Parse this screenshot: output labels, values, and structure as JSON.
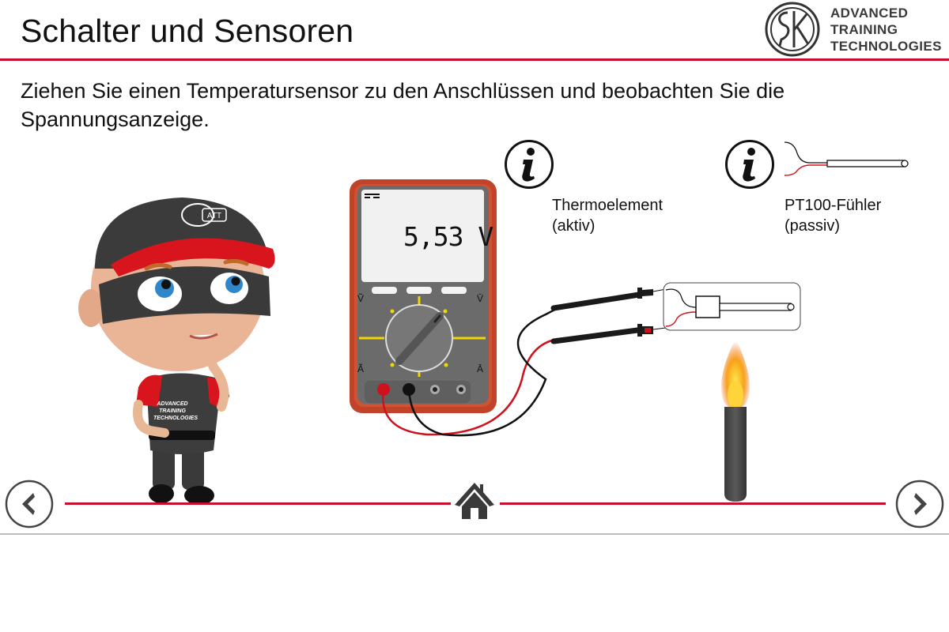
{
  "header": {
    "title": "Schalter und Sensoren",
    "logo": {
      "icon": "sk-logo-icon",
      "lines": [
        "ADVANCED",
        "TRAINING",
        "TECHNOLOGIES"
      ]
    }
  },
  "instruction": "Ziehen Sie einen Temperatursensor zu den Anschlüssen und beobachten Sie die Spannungsanzeige.",
  "multimeter": {
    "display_value": "5,53 V",
    "mode_symbol": "DC",
    "dial_labels": {
      "top_left": "Ṽ",
      "top_right": "V̄",
      "bottom_left": "Ã",
      "bottom_right": "Ā"
    }
  },
  "sensors": [
    {
      "name": "Thermoelement",
      "type_label": "(aktiv)",
      "info_icon": "info-icon"
    },
    {
      "name": "PT100-Fühler",
      "type_label": "(passiv)",
      "info_icon": "info-icon"
    }
  ],
  "mascot": {
    "cap_badge": "ATT",
    "shirt_lines": [
      "ADVANCED",
      "TRAINING",
      "TECHNOLOGIES"
    ]
  },
  "navigation": {
    "prev_icon": "chevron-left-icon",
    "home_icon": "home-icon",
    "next_icon": "chevron-right-icon"
  },
  "colors": {
    "accent_red": "#c8102e",
    "multimeter_body": "#c0432a",
    "multimeter_panel": "#6b6b6b",
    "dial_yellow": "#f2d600",
    "probe_red": "#d0101a",
    "probe_black": "#111111",
    "burner_gray": "#4a4a4a",
    "flame_orange": "#f7a21b"
  }
}
